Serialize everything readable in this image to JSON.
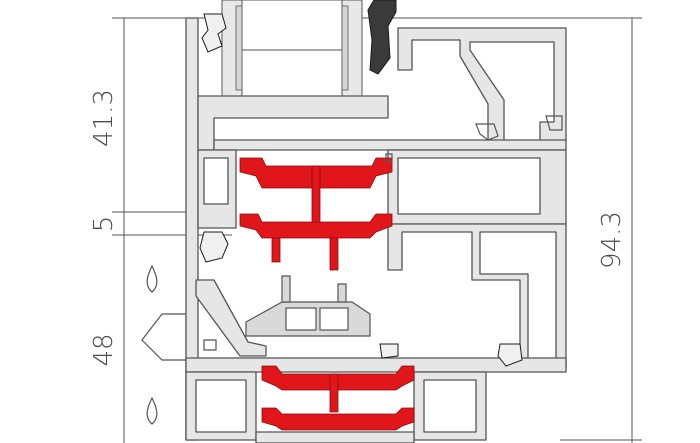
{
  "dimensions": {
    "top_height": "41.3",
    "gap_height": "5",
    "bottom_height": "48",
    "overall_height": "94.3"
  },
  "colors": {
    "profile_fill": "#e6e6e6",
    "profile_stroke": "#555555",
    "thermal_break": "#e1161b",
    "gasket": "#3a3a3a",
    "glass": "#ffffff",
    "dimension_line": "#555555",
    "dimension_text": "#4a4a4a"
  },
  "icons": [
    "water-drop-icon",
    "water-drop-icon",
    "drainage-arrow-icon"
  ]
}
